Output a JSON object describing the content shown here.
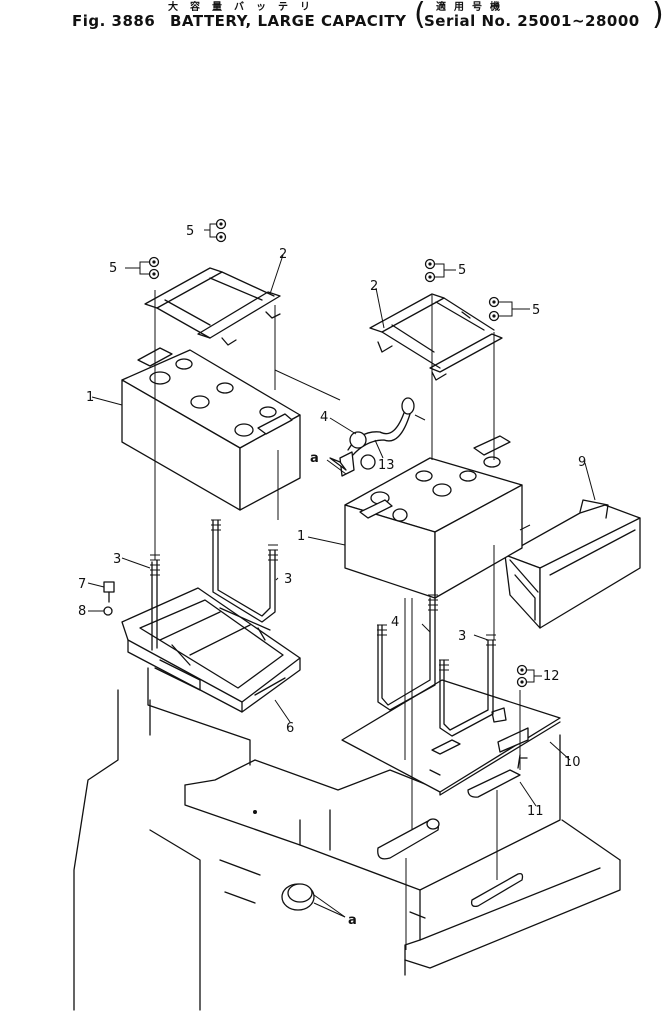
{
  "header": {
    "fig_label": "Fig. 3886",
    "title": "BATTERY, LARGE CAPACITY",
    "title_jp": "大容量バッテリ",
    "applicable_jp": "適用号機",
    "serial": "Serial No. 25001~28000"
  },
  "callouts": {
    "n1": "1",
    "n2": "2",
    "n3": "3",
    "n4": "4",
    "n5": "5",
    "n6": "6",
    "n7": "7",
    "n8": "8",
    "n9": "9",
    "n10": "10",
    "n11": "11",
    "n12": "12",
    "n13": "13",
    "a": "a"
  }
}
